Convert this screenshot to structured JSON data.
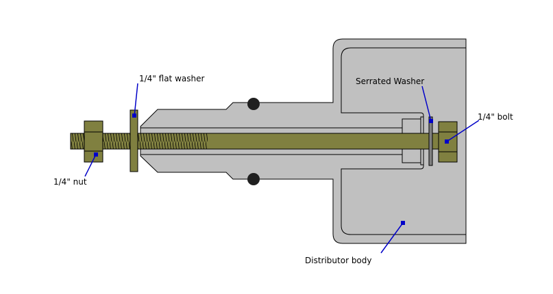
{
  "labels": {
    "flat_washer": "1/4\" flat washer",
    "nut": "1/4\" nut",
    "serrated_washer": "Serrated Washer",
    "bolt": "1/4\" bolt",
    "body": "Distributor body"
  },
  "colors": {
    "body": "#c0c0c0",
    "hardware": "#808040",
    "serrated_washer": "#808080",
    "leader": "#0000c8",
    "ball": "#202020"
  }
}
